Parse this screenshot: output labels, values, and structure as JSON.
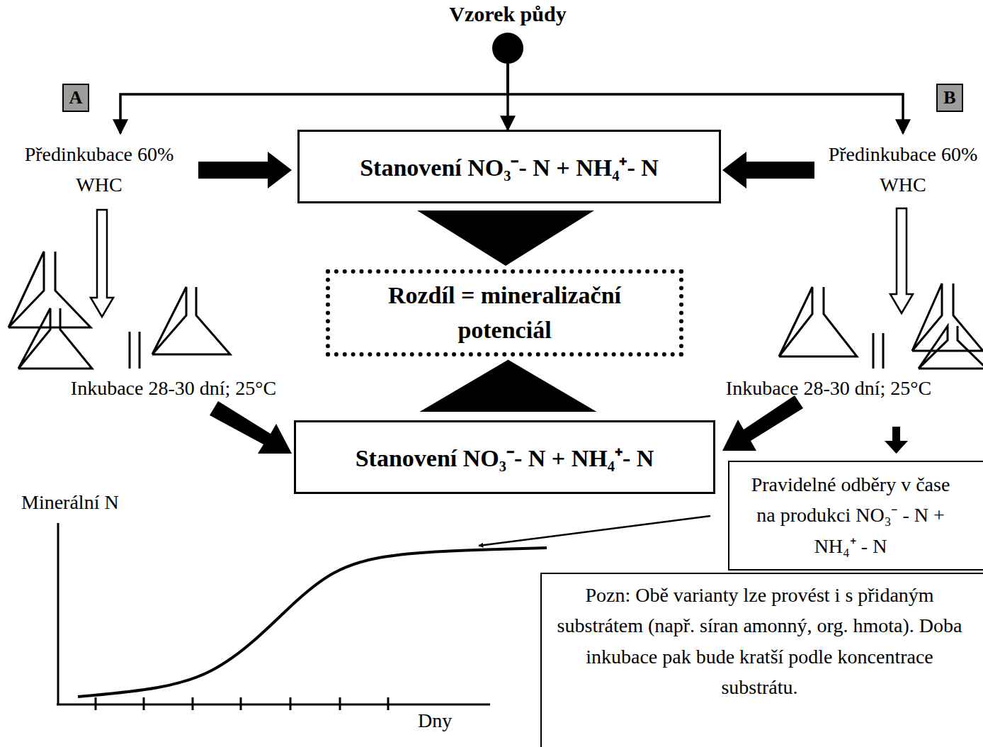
{
  "diagram": {
    "nodes": [
      {
        "text": [
          "Vzorek půdy"
        ]
      },
      {
        "text": [
          "A"
        ]
      },
      {
        "text": [
          "Stanovení NO₃⁻- N + NH₄⁺- N"
        ]
      },
      {
        "text": [
          "B"
        ]
      },
      {
        "text": [
          "Rozdíl = mineralizační potenciál"
        ]
      },
      {
        "text": [
          "Stanovení NO₃⁻- N + NH₄⁺- N"
        ]
      },
      {
        "text": [
          "Pravidelné odběry v čase na produkci NO₃⁻ - N + NH₄⁺ - N"
        ]
      },
      {
        "text": [
          "Pozn: Obě varianty lze provést i s přidaným substrátem (např. síran amonný, org. hmota). Doba inkubace pak bude kratší podle koncentrace substrátu."
        ]
      }
    ],
    "edges": [
      {
        "from": 0,
        "to": 1,
        "arrow": "to"
      },
      {
        "from": 0,
        "to": 2,
        "arrow": "to"
      },
      {
        "from": 0,
        "to": 3,
        "arrow": "to"
      },
      {
        "from": 2,
        "to": 4,
        "arrow": "to"
      },
      {
        "from": 5,
        "to": 4,
        "arrow": "to"
      }
    ],
    "labels": [
      "Předinkubace 60% WHC",
      "Předinkubace 60% WHC",
      "Inkubace 28-30 dní; 25°C",
      "Inkubace 28-30 dní; 25°C",
      "Minerální N",
      "Dny"
    ]
  }
}
